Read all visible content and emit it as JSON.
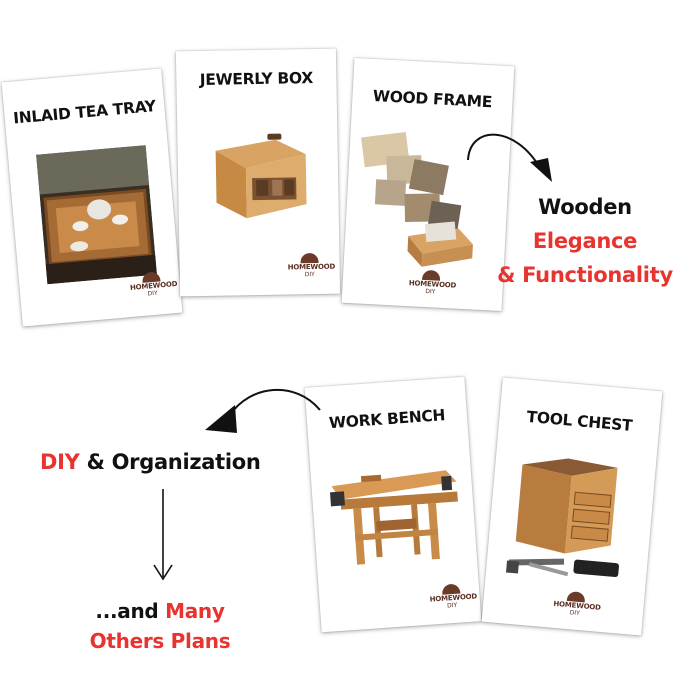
{
  "cards": [
    {
      "title": "INLAID TEA TRAY",
      "logo": {
        "line1": "HOMEWOOD",
        "line2": "DIY"
      }
    },
    {
      "title": "JEWERLY BOX",
      "logo": {
        "line1": "HOMEWOOD",
        "line2": "DIY"
      }
    },
    {
      "title": "WOOD FRAME",
      "logo": {
        "line1": "HOMEWOOD",
        "line2": "DIY"
      }
    },
    {
      "title": "WORK BENCH",
      "logo": {
        "line1": "HOMEWOOD",
        "line2": "DIY"
      }
    },
    {
      "title": "TOOL CHEST",
      "logo": {
        "line1": "HOMEWOOD",
        "line2": "DIY"
      }
    }
  ],
  "callout_top": {
    "line1": "Wooden",
    "line2": "Elegance",
    "line3": "& Functionality"
  },
  "callout_left": {
    "red": "DIY",
    "black": " & Organization"
  },
  "callout_bottom": {
    "black": "...and ",
    "red1": "Many",
    "red2": "Others Plans"
  },
  "colors": {
    "accent_red": "#e8332f",
    "text_black": "#111111",
    "wood": "#c8914f"
  }
}
